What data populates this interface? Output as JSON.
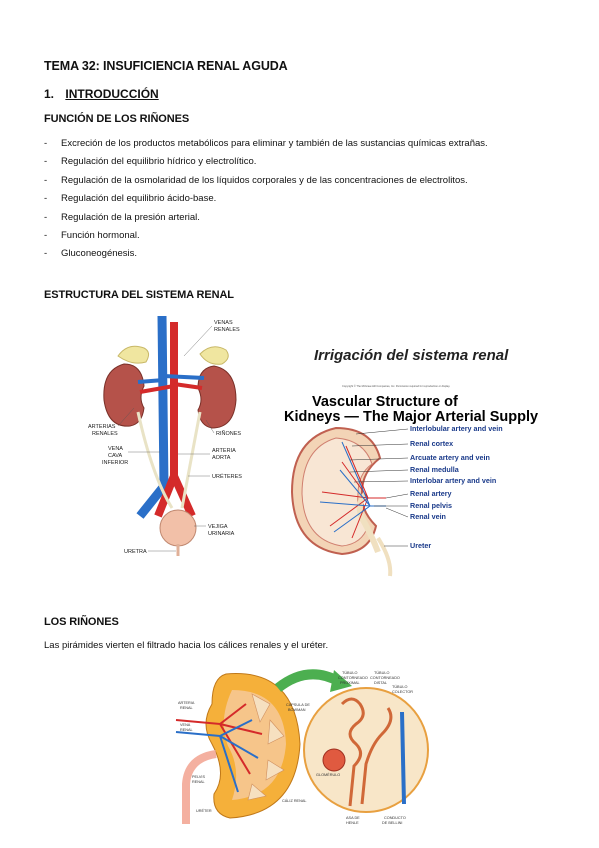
{
  "title": "TEMA 32: INSUFICIENCIA RENAL AGUDA",
  "section1": {
    "number": "1.",
    "label": "INTRODUCCIÓN"
  },
  "funcion_heading": "FUNCIÓN DE LOS RIÑONES",
  "bullet": "-",
  "functions": [
    "Excreción de los productos metabólicos para eliminar y también de las sustancias químicas extrañas.",
    "Regulación del equilibrio hídrico y electrolítico.",
    "Regulación de la osmolaridad de los líquidos corporales y de las concentraciones de electrolitos.",
    "Regulación del equilibrio ácido-base.",
    "Regulación de la presión arterial.",
    "Función hormonal.",
    "Gluconeogénesis."
  ],
  "estructura_heading": "ESTRUCTURA DEL SISTEMA RENAL",
  "figure1_labels": {
    "venas_renales": [
      "VENAS",
      "RENALES"
    ],
    "arterias_renales": [
      "ARTERIAS",
      "RENALES"
    ],
    "vena_cava": [
      "VENA",
      "CAVA",
      "INFERIOR"
    ],
    "rinones": "RIÑONES",
    "arteria_aorta": [
      "ARTERIA",
      "AORTA"
    ],
    "ureteres": "URÉTERES",
    "vejiga": [
      "VEJIGA",
      "URINARIA"
    ],
    "uretra": "URETRA"
  },
  "figure2": {
    "handwritten_title": "Irrigación del sistema renal",
    "copyright": "Copyright © The McGraw-Hill Companies, Inc. Permission required for reproduction or display.",
    "heading_line1": "Vascular Structure of",
    "heading_line2": "Kidneys — The Major Arterial Supply",
    "labels": [
      "Interlobular artery and vein",
      "Renal cortex",
      "Arcuate artery and vein",
      "Renal medulla",
      "Interlobar artery and vein",
      "Renal artery",
      "Renal pelvis",
      "Renal vein",
      "Ureter"
    ]
  },
  "rinones_heading": "LOS RIÑONES",
  "rinones_text": "Las pirámides vierten el filtrado hacia los cálices renales y el uréter.",
  "figure3_labels": {
    "arteria_renal": [
      "ARTERIA",
      "RENAL"
    ],
    "vena_renal": [
      "VENA",
      "RENAL"
    ],
    "pelvis_renal": [
      "PELVIS",
      "RENAL"
    ],
    "ureter": "URÉTER",
    "caliz_renal": "CÁLIZ RENAL",
    "tubulo_proximal": [
      "TÚBULO",
      "CONTORNEADO",
      "PROXIMAL"
    ],
    "tubulo_distal": [
      "TÚBULO",
      "CONTORNEADO",
      "DISTAL"
    ],
    "tubulo_colector": [
      "TÚBULO",
      "COLECTOR"
    ],
    "capsula_bowman": [
      "CÁPSULA DE",
      "BOWMAN"
    ],
    "glomerulo": "GLOMÉRULO",
    "asa_henle": [
      "ASA DE",
      "HENLE"
    ],
    "conducto_bellini": [
      "CONDUCTO",
      "DE BELLINI"
    ]
  },
  "colors": {
    "artery": "#d42a2a",
    "vein": "#2a6fc8",
    "kidney": "#b5524a",
    "adrenal": "#f0e6a0",
    "ureter": "#e9e3c6",
    "bladder": "#f2c0a8",
    "cortex_orange": "#f5b03a",
    "arrow_green": "#4caf50",
    "label_blue": "#1a3a8a"
  }
}
